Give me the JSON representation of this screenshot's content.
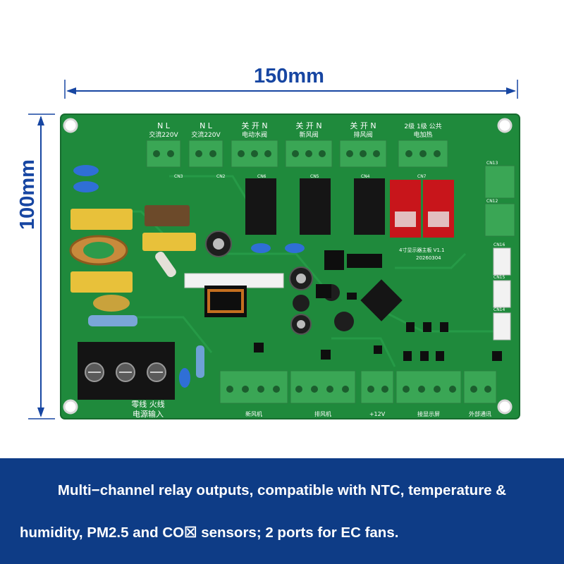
{
  "dimensions": {
    "width_label": "150mm",
    "height_label": "100mm"
  },
  "board": {
    "silkscreen_top": [
      {
        "label": "N   L",
        "sub": "交流220V",
        "connector": "CN3"
      },
      {
        "label": "N   L",
        "sub": "交流220V",
        "connector": "CN2"
      },
      {
        "label": "关 开 N",
        "sub": "电动水阀",
        "connector": "CN6"
      },
      {
        "label": "关 开 N",
        "sub": "新风阀",
        "connector": "CN5"
      },
      {
        "label": "关 开 N",
        "sub": "排风阀",
        "connector": "CN4"
      },
      {
        "label": "2级 1级 公共",
        "sub": "电加热",
        "connector": "CN7"
      }
    ],
    "silkscreen_bottom": [
      "新风机",
      "排风机",
      "+12V",
      "接显示屏",
      "外部通讯"
    ],
    "board_title": "4寸显示器主板 V1.1",
    "board_date": "20260304",
    "power_input": {
      "label_line1": "零线   火线",
      "label_line2": "电源输入"
    },
    "right_connectors": [
      "CN13",
      "CN12",
      "CN16",
      "CN15",
      "CN14"
    ]
  },
  "caption": {
    "line1": "Multi−channel relay outputs, compatible with NTC, temperature &",
    "line2": "humidity, PM2.5 and CO☒ sensors; 2 ports for EC fans."
  },
  "colors": {
    "dimension_blue": "#1746a2",
    "banner_blue": "#0e3c86",
    "pcb_green": "#1f8a3c",
    "connector_green": "#3aa655",
    "relay_black": "#151515",
    "relay_red": "#c8151b",
    "capacitor_yellow": "#e8c13a"
  }
}
